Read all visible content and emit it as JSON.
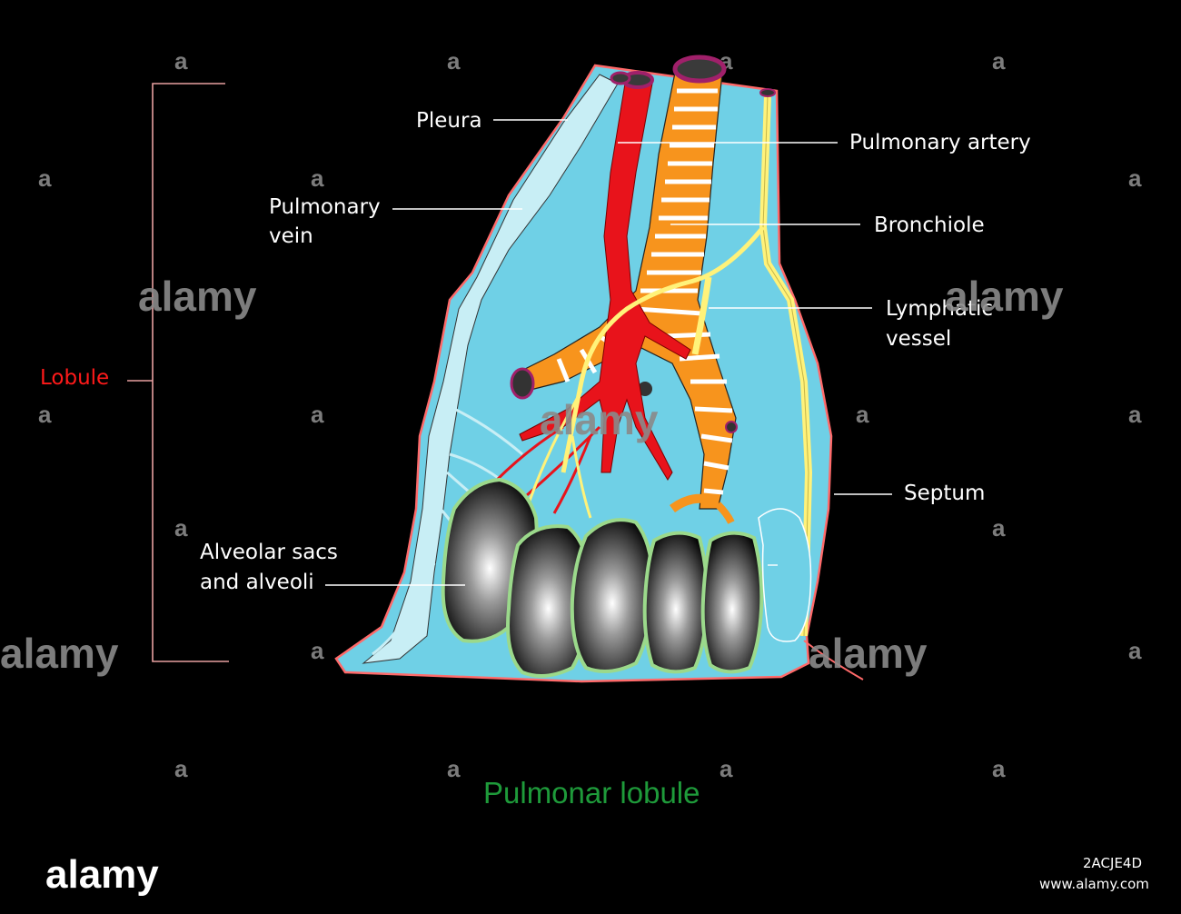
{
  "title": "Pulmonar lobule",
  "labels": {
    "pleura": "Pleura",
    "pulmonary_artery": "Pulmonary artery",
    "pulmonary_vein_1": "Pulmonary",
    "pulmonary_vein_2": "vein",
    "bronchiole": "Bronchiole",
    "lymphatic_1": "Lymphatic",
    "lymphatic_2": "vessel",
    "lobule": "Lobule",
    "septum": "Septum",
    "alveolar_1": "Alveolar sacs",
    "alveolar_2": "and alveoli"
  },
  "watermark": {
    "word": "alamy",
    "letter": "a"
  },
  "footer": {
    "logo": "alamy",
    "image_id": "2ACJE4D",
    "url": "www.alamy.com"
  },
  "colors": {
    "background": "#000000",
    "tissue": "#6fd0e6",
    "pleura_edge": "#ff6a6a",
    "vein": "#c8eef5",
    "artery": "#e8131b",
    "bronchiole": "#f7941d",
    "lymphatic": "#fff27a",
    "alveoli_border": "#9bd98b",
    "title": "#1e9a3a",
    "lobule_label": "#ff1a1a"
  }
}
